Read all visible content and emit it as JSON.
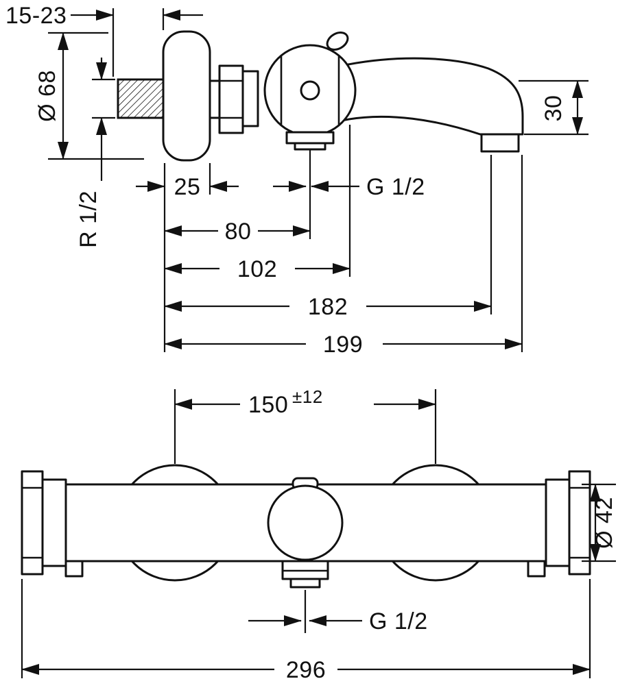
{
  "colors": {
    "background": "#ffffff",
    "line": "#111111"
  },
  "side_view": {
    "dims": {
      "protrusion": "15-23",
      "escutcheon_diameter": "Ø 68",
      "wall_thread": "R 1/2",
      "escutcheon_depth": "25",
      "shower_hose_thread": "G 1/2",
      "wall_to_handle_center": "80",
      "wall_to_spout_edge": "102",
      "wall_to_outlet_center": "182",
      "overall_projection": "199",
      "spout_end_height": "30"
    }
  },
  "front_view": {
    "dims": {
      "connection_centers": "150",
      "connection_tolerance": "±12",
      "body_diameter": "Ø 42",
      "outlet_thread": "G 1/2",
      "overall_width": "296"
    }
  }
}
